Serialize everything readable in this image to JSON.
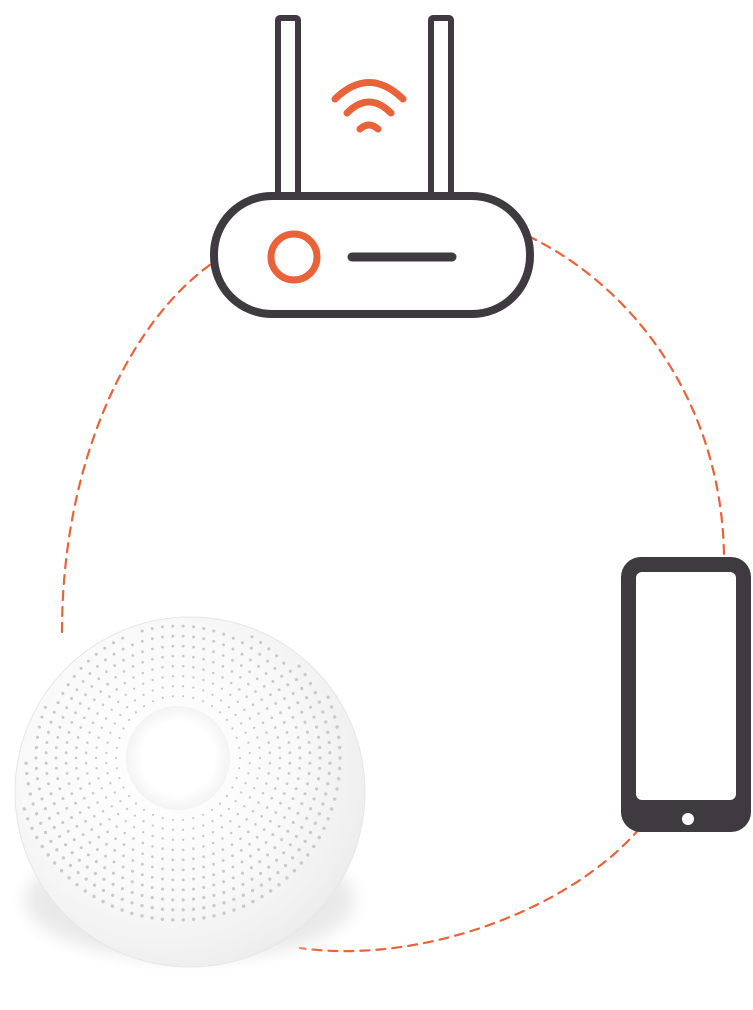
{
  "diagram": {
    "nodes": [
      {
        "id": "router",
        "icon": "wifi-router-icon"
      },
      {
        "id": "phone",
        "icon": "smartphone-icon"
      },
      {
        "id": "hub",
        "icon": "smart-home-gateway-icon"
      }
    ],
    "connections": [
      {
        "from": "router",
        "to": "phone",
        "style": "dashed"
      },
      {
        "from": "phone",
        "to": "hub",
        "style": "dashed"
      },
      {
        "from": "hub",
        "to": "router",
        "style": "dashed"
      }
    ],
    "colors": {
      "accent": "#E8623A",
      "outline": "#3E3A3F",
      "background": "#FFFFFF",
      "device_body": "#F7F7F7"
    }
  }
}
